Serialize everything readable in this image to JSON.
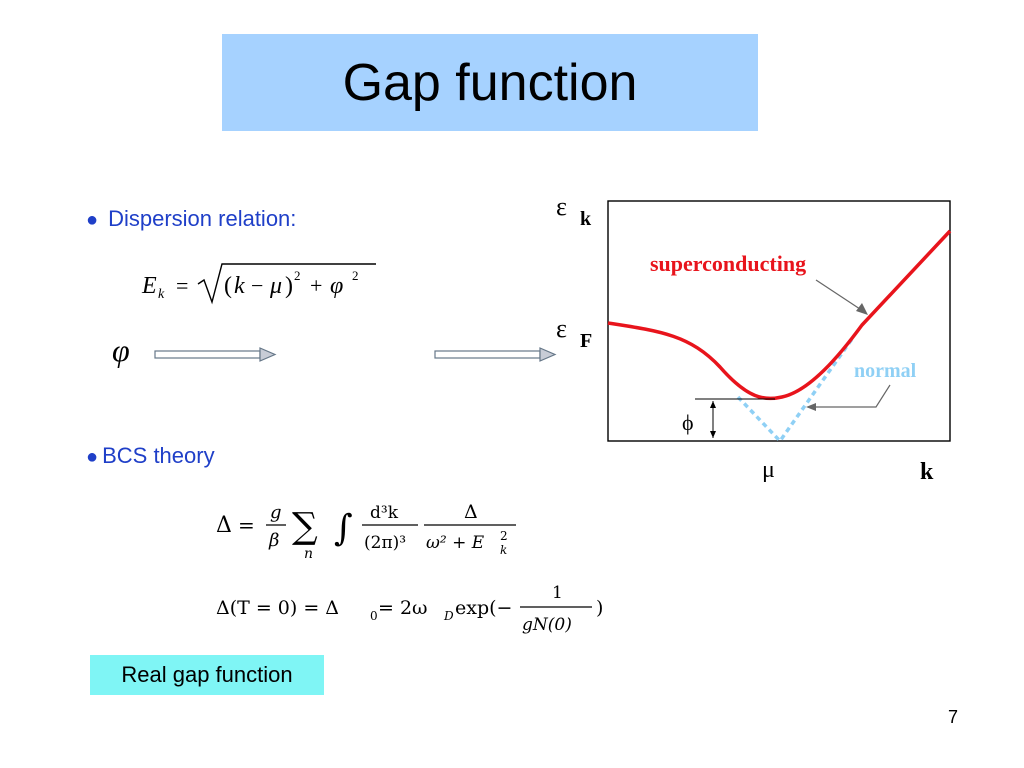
{
  "slide": {
    "title": "Gap function",
    "page_number": "7",
    "colors": {
      "title_bg": "#a6d2ff",
      "bullet_text": "#1f3fc8",
      "real_gap_bg": "#7ff5f5",
      "superconducting_curve": "#e8141c",
      "normal_curve": "#8fd0f5"
    }
  },
  "bullets": {
    "dispersion": "Dispersion relation:",
    "bcs": "BCS  theory"
  },
  "equations": {
    "dispersion": {
      "lhs": "E",
      "lhs_sub": "k",
      "equals": "=",
      "open": "(",
      "k": "k",
      "minus": "−",
      "mu": "μ",
      "close": ")",
      "exp1": "2",
      "plus": "+",
      "phi": "φ",
      "exp2": "2"
    },
    "gap": {
      "delta": "Δ",
      "equals": "=",
      "g": "g",
      "beta": "β",
      "sum": "∑",
      "sum_sub": "n",
      "integral": "∫",
      "d3k": "d³k",
      "two_pi": "(2π)³",
      "num_delta": "Δ",
      "denom": "ω² + E",
      "denom_sub": "k",
      "denom_sup": "2"
    },
    "zero_temp": {
      "lhs": "Δ(T = 0) = Δ",
      "lhs_sub": "0",
      "mid": " = 2ω",
      "mid_sub": "D",
      "exp": "exp(−",
      "num": "1",
      "den": "gN(0)",
      "close": ")"
    }
  },
  "phi_symbol": "φ",
  "diagram": {
    "y_axis_epsilon_k": "ε",
    "y_axis_k": "k",
    "epsilon_f": "ε",
    "f_label": "F",
    "superconducting_label": "superconducting",
    "normal_label": "normal",
    "phi_label": "ϕ",
    "mu_label": "μ",
    "x_axis_label": "k"
  },
  "real_gap_box": "Real  gap  function"
}
